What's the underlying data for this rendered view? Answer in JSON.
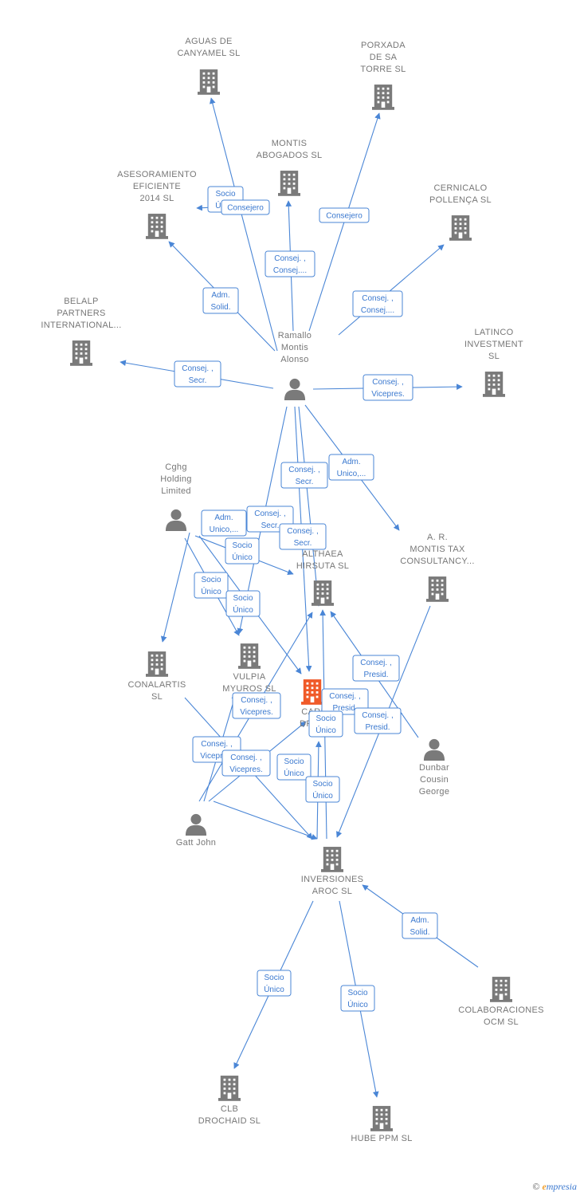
{
  "colors": {
    "edge": "#4a86d6",
    "node_company": "#7a7a7a",
    "node_focus": "#f05a28",
    "node_person": "#7a7a7a",
    "label": "#777777"
  },
  "nodes": [
    {
      "id": "aguas",
      "type": "company",
      "label": [
        "AGUAS DE",
        "CANYAMEL SL"
      ]
    },
    {
      "id": "porxada",
      "type": "company",
      "label": [
        "PORXADA",
        "DE SA",
        "TORRE SL"
      ]
    },
    {
      "id": "montis_abog",
      "type": "company",
      "label": [
        "MONTIS",
        "ABOGADOS SL"
      ]
    },
    {
      "id": "asesoramiento",
      "type": "company",
      "label": [
        "ASESORAMIENTO",
        "EFICIENTE",
        "2014  SL"
      ]
    },
    {
      "id": "cernicalo",
      "type": "company",
      "label": [
        "CERNICALO",
        "POLLENÇA  SL"
      ]
    },
    {
      "id": "belalp",
      "type": "company",
      "label": [
        "BELALP",
        "PARTNERS",
        "INTERNATIONAL..."
      ]
    },
    {
      "id": "latinco",
      "type": "company",
      "label": [
        "LATINCO",
        "INVESTMENT",
        "SL"
      ]
    },
    {
      "id": "ramallo",
      "type": "person",
      "label": [
        "Ramallo",
        "Montis",
        "Alonso"
      ]
    },
    {
      "id": "cghg",
      "type": "person",
      "label": [
        "Cghg",
        "Holding",
        "Limited"
      ]
    },
    {
      "id": "althaea",
      "type": "company",
      "label": [
        "ALTHAEA",
        "HIRSUTA  SL"
      ]
    },
    {
      "id": "armontis",
      "type": "company",
      "label": [
        "A.  R.",
        "MONTIS TAX",
        "CONSULTANCY..."
      ]
    },
    {
      "id": "conalartis",
      "type": "company",
      "label": [
        "CONALARTIS",
        "SL"
      ]
    },
    {
      "id": "vulpia",
      "type": "company",
      "label": [
        "VULPIA",
        "MYUROS  SL"
      ]
    },
    {
      "id": "cardrab",
      "type": "focus",
      "label": [
        "CARI",
        "DRAB"
      ]
    },
    {
      "id": "dunbar",
      "type": "person",
      "label": [
        "Dunbar",
        "Cousin",
        "George"
      ]
    },
    {
      "id": "gatt",
      "type": "person",
      "label": [
        "Gatt John"
      ]
    },
    {
      "id": "inversiones",
      "type": "company",
      "label": [
        "INVERSIONES",
        "AROC  SL"
      ]
    },
    {
      "id": "colaboraciones",
      "type": "company",
      "label": [
        "COLABORACIONES",
        "OCM  SL"
      ]
    },
    {
      "id": "clb",
      "type": "company",
      "label": [
        "CLB",
        "DROCHAID  SL"
      ]
    },
    {
      "id": "hube",
      "type": "company",
      "label": [
        "HUBE PPM  SL"
      ]
    }
  ],
  "edges": [
    {
      "from": "ramallo",
      "to": "aguas"
    },
    {
      "from": "ramallo",
      "to": "asesoramiento"
    },
    {
      "from": "ramallo",
      "to": "montis_abog"
    },
    {
      "from": "ramallo",
      "to": "porxada"
    },
    {
      "from": "ramallo",
      "to": "cernicalo"
    },
    {
      "from": "ramallo",
      "to": "asesoramiento"
    },
    {
      "from": "ramallo",
      "to": "belalp"
    },
    {
      "from": "ramallo",
      "to": "latinco"
    },
    {
      "from": "ramallo",
      "to": "armontis"
    },
    {
      "from": "ramallo",
      "to": "vulpia"
    },
    {
      "from": "ramallo",
      "to": "althaea"
    },
    {
      "from": "ramallo",
      "to": "cardrab"
    },
    {
      "from": "cghg",
      "to": "conalartis"
    },
    {
      "from": "cghg",
      "to": "vulpia"
    },
    {
      "from": "cghg",
      "to": "althaea"
    },
    {
      "from": "cghg",
      "to": "cardrab"
    },
    {
      "from": "dunbar",
      "to": "althaea"
    },
    {
      "from": "dunbar",
      "to": "cardrab"
    },
    {
      "from": "armontis",
      "to": "inversiones"
    },
    {
      "from": "gatt",
      "to": "althaea"
    },
    {
      "from": "gatt",
      "to": "vulpia"
    },
    {
      "from": "gatt",
      "to": "cardrab"
    },
    {
      "from": "gatt",
      "to": "inversiones"
    },
    {
      "from": "conalartis",
      "to": "inversiones"
    },
    {
      "from": "cardrab",
      "to": "inversiones"
    },
    {
      "from": "althaea",
      "to": "inversiones"
    },
    {
      "from": "colaboraciones",
      "to": "inversiones"
    },
    {
      "from": "inversiones",
      "to": "clb"
    },
    {
      "from": "inversiones",
      "to": "hube"
    }
  ],
  "edge_labels": [
    {
      "lines": [
        "Socio",
        "Único"
      ]
    },
    {
      "lines": [
        "Consejero"
      ]
    },
    {
      "lines": [
        "Consejero"
      ]
    },
    {
      "lines": [
        "Consej. ,",
        "Consej...."
      ]
    },
    {
      "lines": [
        "Adm.",
        "Solid."
      ]
    },
    {
      "lines": [
        "Consej. ,",
        "Consej...."
      ]
    },
    {
      "lines": [
        "Consej. ,",
        "Secr."
      ]
    },
    {
      "lines": [
        "Consej. ,",
        "Vicepres."
      ]
    },
    {
      "lines": [
        "Consej. ,",
        "Secr."
      ]
    },
    {
      "lines": [
        "Adm.",
        "Unico,..."
      ]
    },
    {
      "lines": [
        "Adm.",
        "Unico,..."
      ]
    },
    {
      "lines": [
        "Consej. ,",
        "Secr."
      ]
    },
    {
      "lines": [
        "Consej. ,",
        "Secr."
      ]
    },
    {
      "lines": [
        "Socio",
        "Único"
      ]
    },
    {
      "lines": [
        "Socio",
        "Único"
      ]
    },
    {
      "lines": [
        "Socio",
        "Único"
      ]
    },
    {
      "lines": [
        "Consej. ,",
        "Presid."
      ]
    },
    {
      "lines": [
        "Consej. ,",
        "Presid."
      ]
    },
    {
      "lines": [
        "Consej. ,",
        "Presid."
      ]
    },
    {
      "lines": [
        "Consej. ,",
        "Vicepres."
      ]
    },
    {
      "lines": [
        "Socio",
        "Único"
      ]
    },
    {
      "lines": [
        "Consej. ,",
        "Vicepres."
      ]
    },
    {
      "lines": [
        "Consej. ,",
        "Vicepres."
      ]
    },
    {
      "lines": [
        "Socio",
        "Único"
      ]
    },
    {
      "lines": [
        "Socio",
        "Único"
      ]
    },
    {
      "lines": [
        "Adm.",
        "Solid."
      ]
    },
    {
      "lines": [
        "Socio",
        "Único"
      ]
    },
    {
      "lines": [
        "Socio",
        "Único"
      ]
    }
  ],
  "brand": {
    "copyright": "©",
    "initial": "e",
    "name": "mpresia"
  }
}
